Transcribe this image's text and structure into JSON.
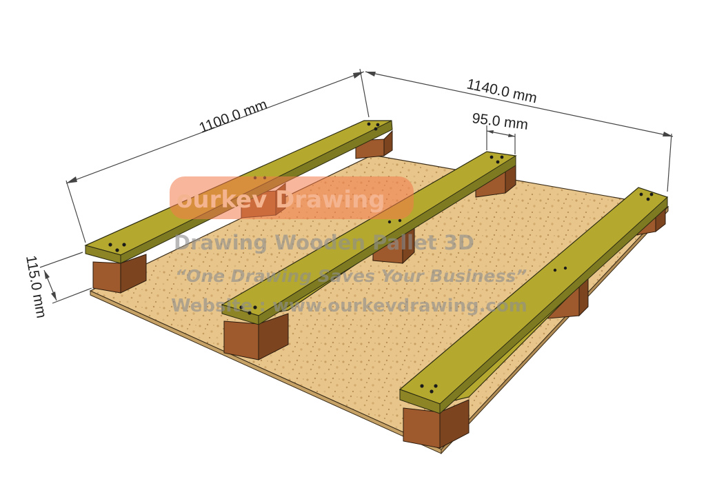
{
  "dimensions": {
    "length": "1100.0 mm",
    "width": "1140.0 mm",
    "stringer_width": "95.0 mm",
    "height": "115.0 mm"
  },
  "watermark": {
    "logo": "ourkev Drawing",
    "title": "Drawing Wooden Pallet 3D",
    "slogan": "“One Drawing Saves Your Business”",
    "website": "Website : www.ourkevdrawing.com"
  },
  "colors": {
    "board_top": "#b5a82f",
    "board_side": "#7d7a22",
    "block_front": "#9e5a2c",
    "block_side": "#7d4420",
    "deck": "#e7c488",
    "deck_edge": "#c6a266",
    "logo_bg": "#f37a4a"
  }
}
